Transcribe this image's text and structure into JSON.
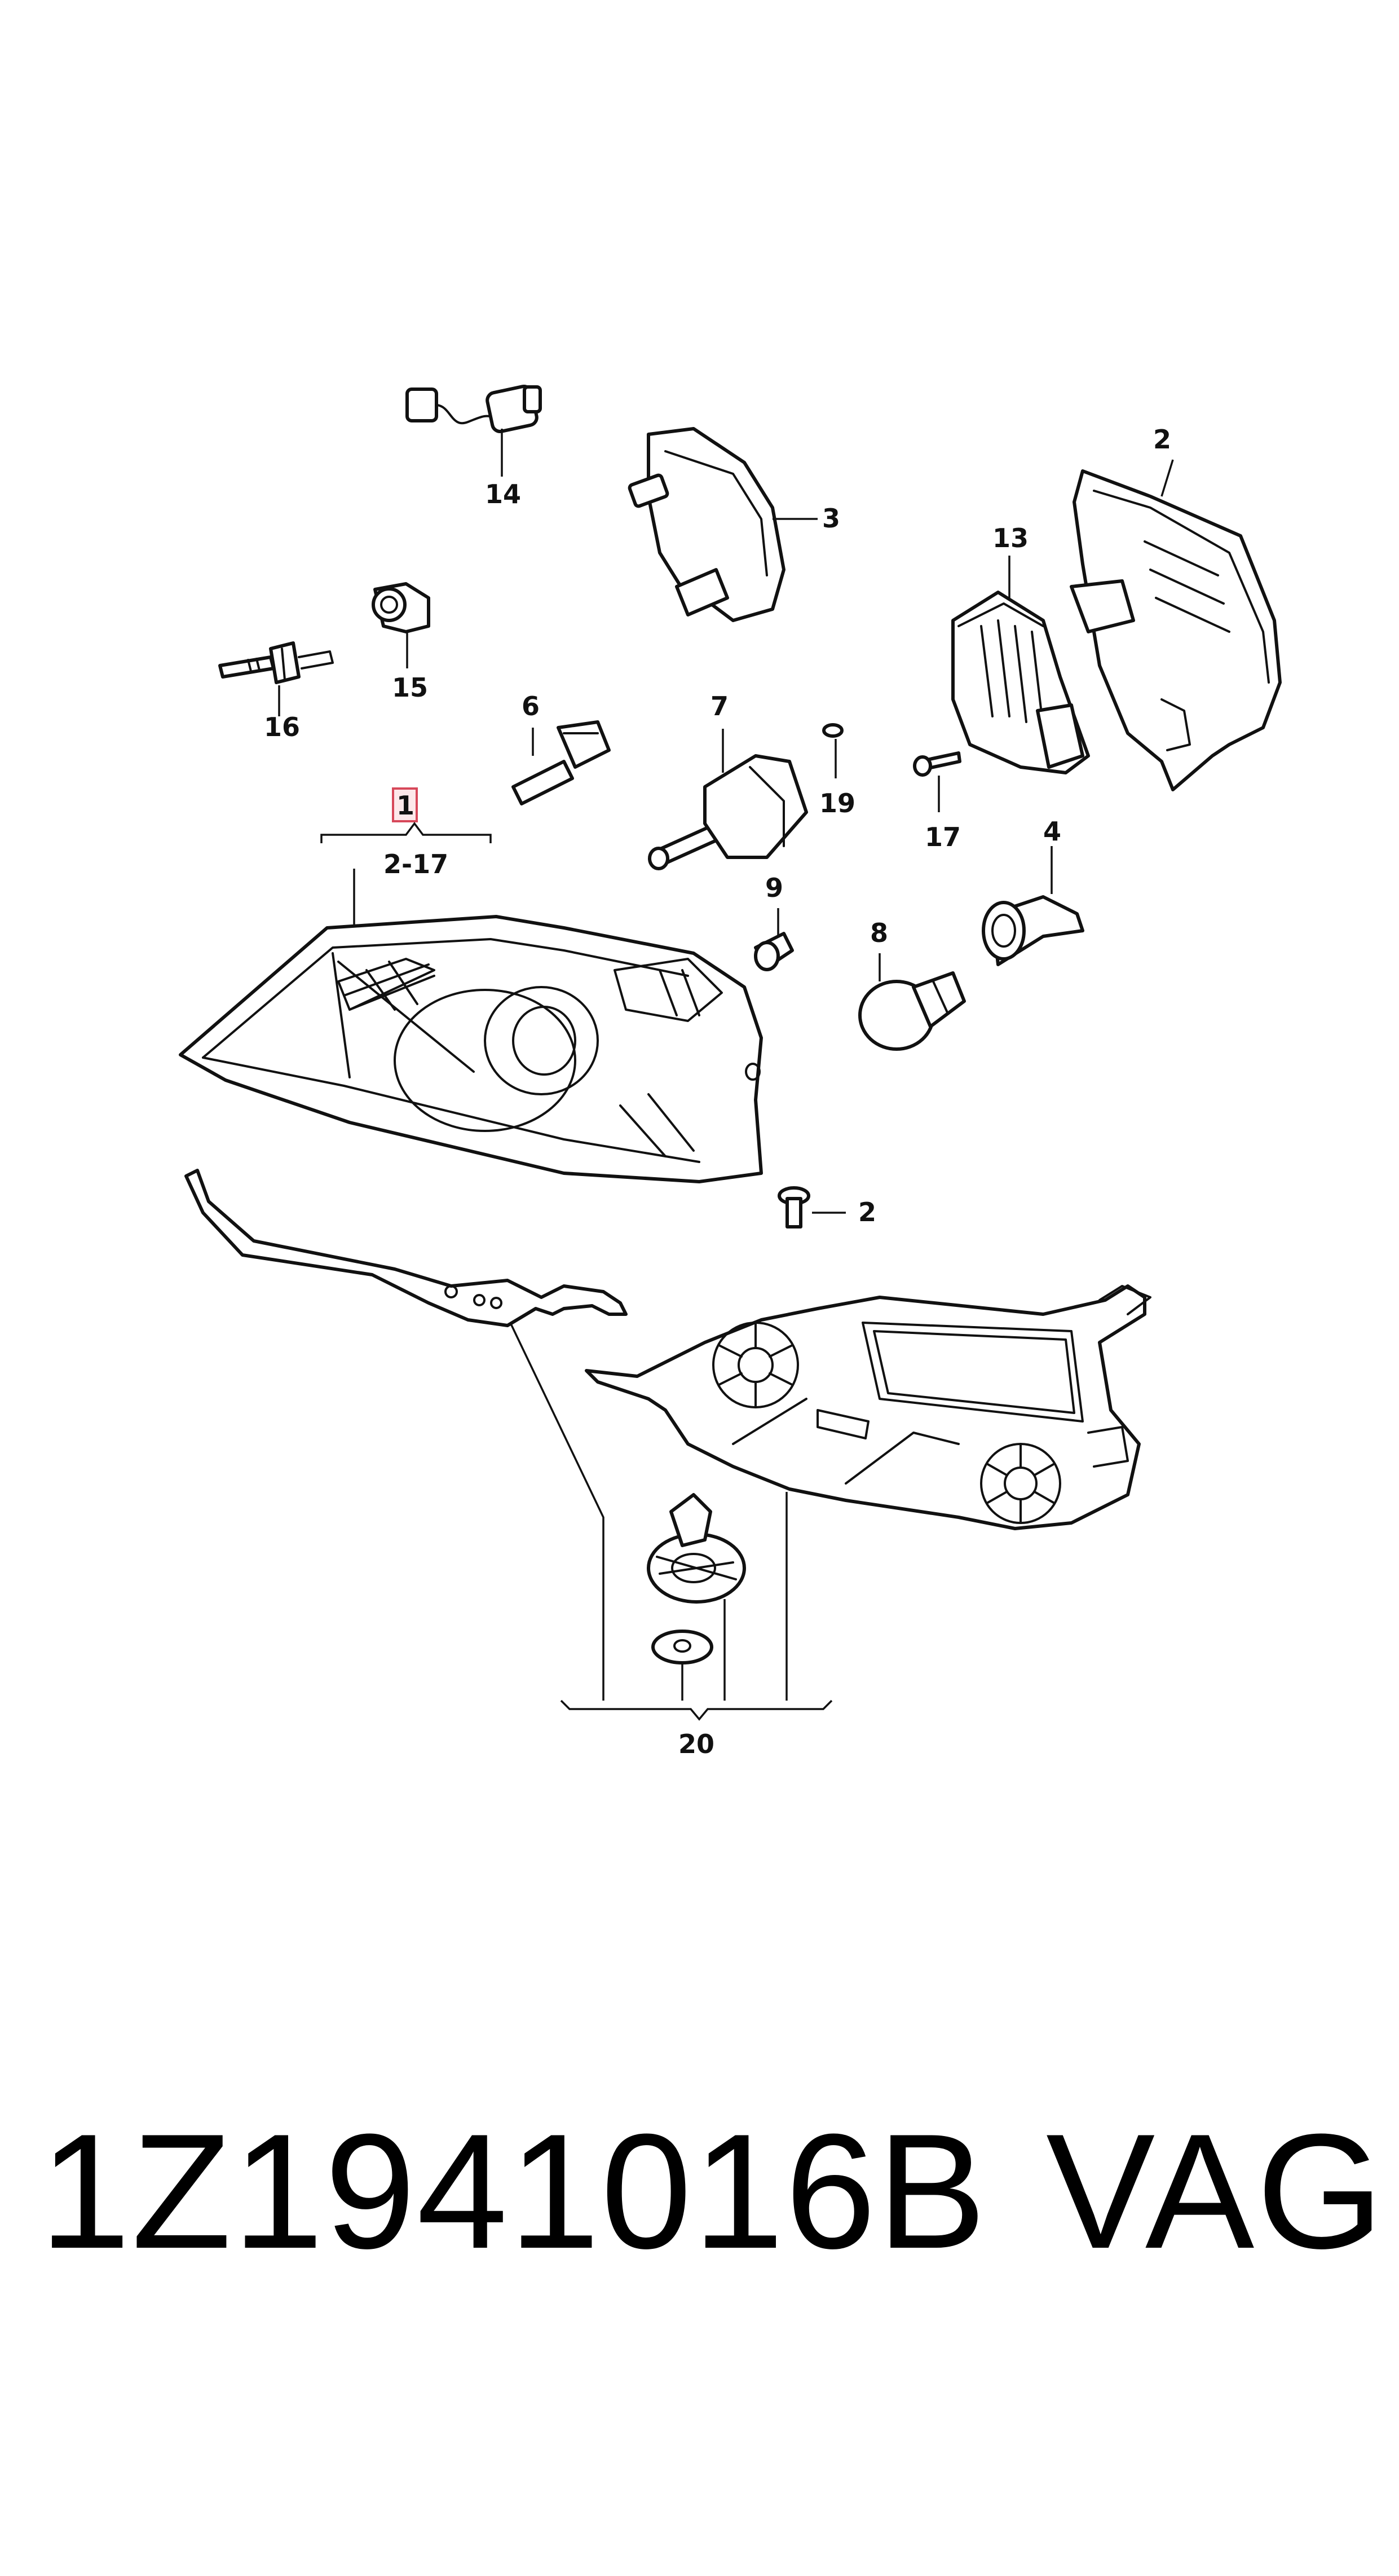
{
  "callouts": {
    "c1": "1",
    "c2_17": "2-17",
    "c2_housing": "2",
    "c2_screw": "2",
    "c3": "3",
    "c4": "4",
    "c6": "6",
    "c7": "7",
    "c8": "8",
    "c9": "9",
    "c13": "13",
    "c14": "14",
    "c15": "15",
    "c16": "16",
    "c17": "17",
    "c19": "19",
    "c20": "20"
  },
  "footer": {
    "part_number": "1Z1941016B",
    "brand": "VAG"
  },
  "colors": {
    "line": "#111111",
    "highlight_fill": "#fde8ea",
    "highlight_border": "#d7485a"
  }
}
